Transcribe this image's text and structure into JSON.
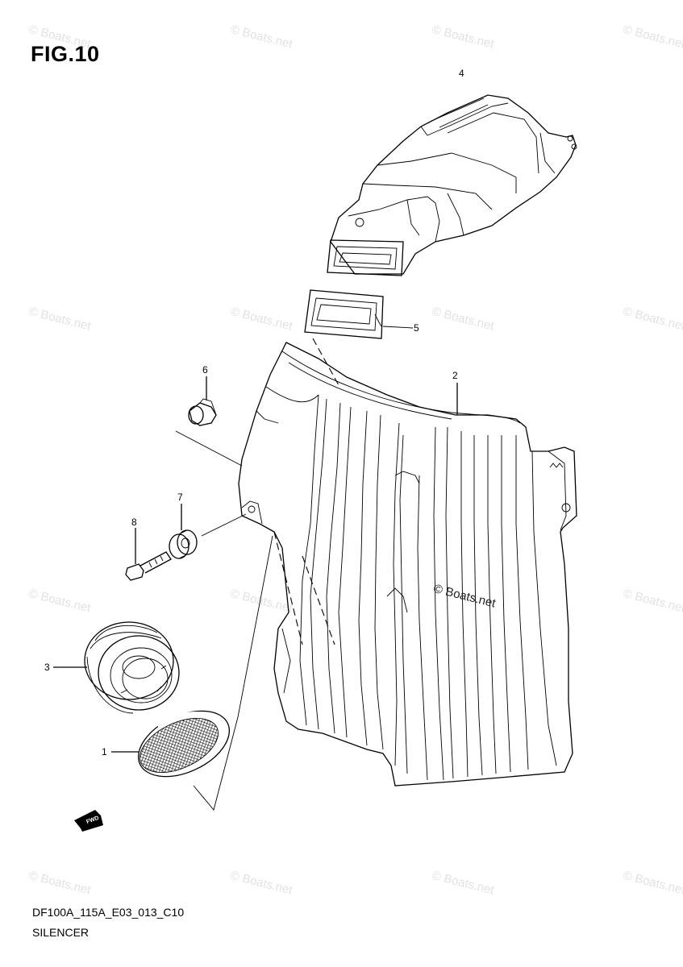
{
  "figure": {
    "title": "FIG.10",
    "code": "DF100A_115A_E03_013_C10",
    "name": "SILENCER"
  },
  "watermarks": {
    "text": "© Boats.net",
    "center_text": "© Boats.net"
  },
  "callouts": {
    "p1": "1",
    "p2": "2",
    "p3": "3",
    "p4": "4",
    "p5": "5",
    "p6": "6",
    "p7": "7",
    "p8": "8"
  },
  "front_marker": "FWD"
}
